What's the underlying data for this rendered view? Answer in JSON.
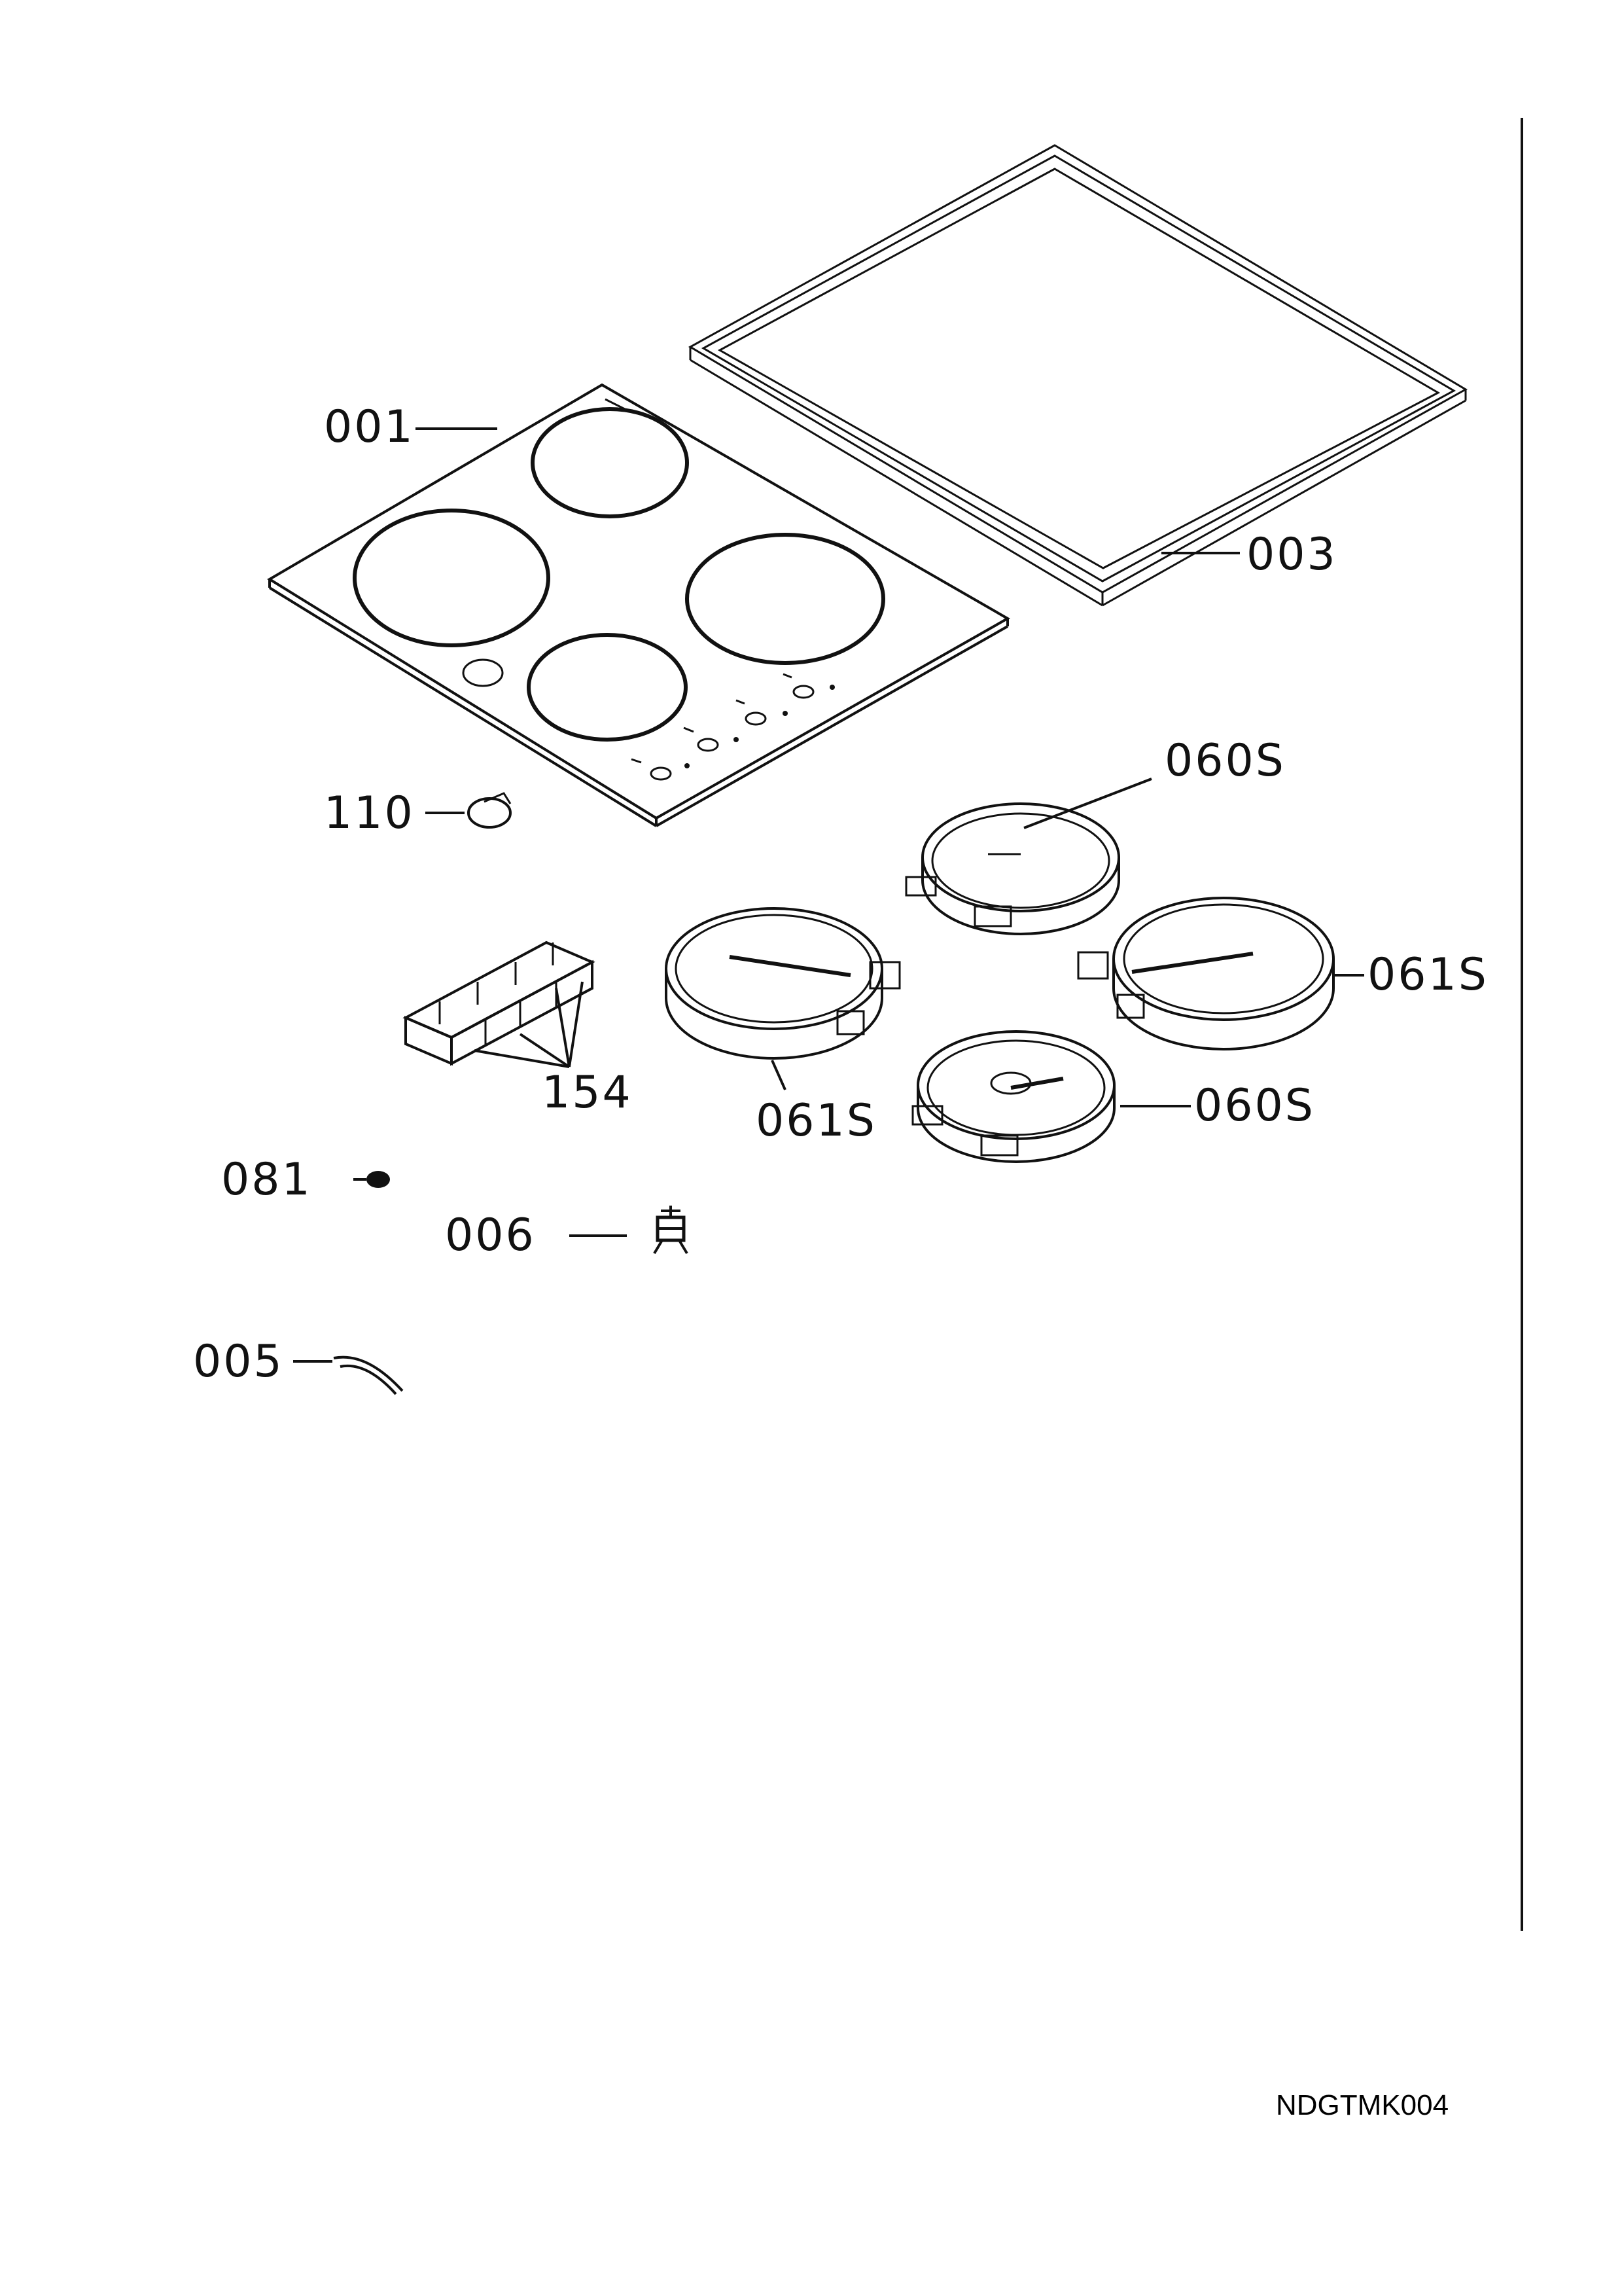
{
  "labels": {
    "p001": "001",
    "p003": "003",
    "p110": "110",
    "p060s_top": "060S",
    "p061s_right": "061S",
    "p154": "154",
    "p061s_left": "061S",
    "p060s_bottom": "060S",
    "p081": "081",
    "p006": "006",
    "p005": "005"
  },
  "reference_code": "NDGTMK004"
}
